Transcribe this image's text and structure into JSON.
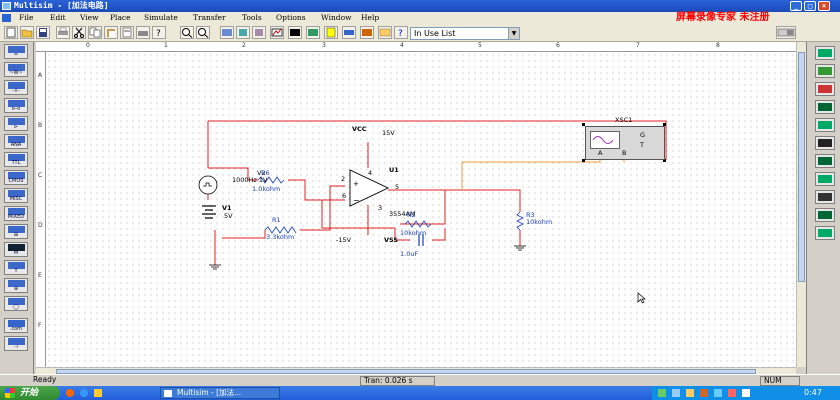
{
  "window": {
    "title": "Multisim - [加法电路]",
    "controls": [
      "_",
      "□",
      "×"
    ],
    "watermark": "屏幕录像专家 未注册"
  },
  "menu": [
    "File",
    "Edit",
    "View",
    "Place",
    "Simulate",
    "Transfer",
    "Tools",
    "Options",
    "Window",
    "Help"
  ],
  "toolbar": {
    "in_use_list": "In Use List"
  },
  "left_toolbar": [
    {
      "label": "≐"
    },
    {
      "label": "~W~"
    },
    {
      "label": "⊣⊢"
    },
    {
      "label": "⊳⊲"
    },
    {
      "label": "⊳"
    },
    {
      "label": "ANA"
    },
    {
      "label": "TTL"
    },
    {
      "label": "CMOS"
    },
    {
      "label": "MISC"
    },
    {
      "label": "MIXED"
    },
    {
      "label": "⊞"
    },
    {
      "label": "M"
    },
    {
      "label": "Y"
    },
    {
      "label": "⊕"
    },
    {
      "label": "◯"
    },
    {
      "label": ".com"
    },
    {
      "label": "⊣"
    }
  ],
  "rulers": {
    "top": [
      "0",
      "1",
      "2",
      "3",
      "4",
      "5",
      "6",
      "7",
      "8"
    ],
    "left": [
      "A",
      "B",
      "C",
      "D",
      "E",
      "F"
    ]
  },
  "schematic": {
    "v2": {
      "name": "V2",
      "value": "1000Hz 1V"
    },
    "r6": {
      "name": "R6",
      "value": "1.0kohm"
    },
    "r1": {
      "name": "R1",
      "value": "3.3kohm"
    },
    "v1": {
      "name": "V1",
      "value": "5V"
    },
    "vcc": {
      "name": "VCC",
      "value": "15V"
    },
    "u1": {
      "name": "U1",
      "part": "3554AM"
    },
    "vss": {
      "name": "VSS",
      "value": "-15V"
    },
    "r2": {
      "name": "R2",
      "value": "10kohm"
    },
    "c1": {
      "value": "1.0uF"
    },
    "r3": {
      "name": "R3",
      "value": "10kohm"
    },
    "xsc1": {
      "name": "XSC1",
      "pins": [
        "A",
        "B",
        "G",
        "T"
      ]
    },
    "pins": [
      "4",
      "2",
      "3",
      "6",
      "5"
    ]
  },
  "status": {
    "left": "Ready",
    "tran": "Tran: 0.026 s",
    "num": "NUM"
  },
  "taskbar": {
    "start": "开始",
    "task": "Multisim - [加法...",
    "clock": "0:47"
  },
  "colors": {
    "wire_red": "#e02020",
    "wire_orange": "#f0a040",
    "label_blue": "#1a3fb5"
  }
}
